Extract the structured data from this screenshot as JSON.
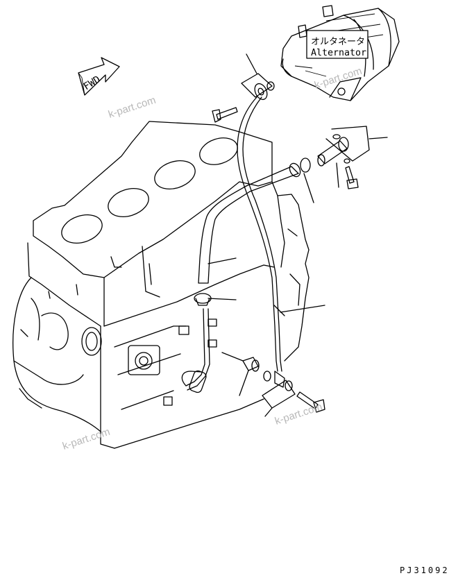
{
  "labels": {
    "alternator_jp": "オルタネータ",
    "alternator_en": "Alternator",
    "fwd": "FWD",
    "drawing_code": "PJ31092"
  },
  "watermarks": [
    "k-part.com",
    "k-part.com",
    "k-part.com",
    "k-part.com"
  ],
  "colors": {
    "line": "#000000",
    "background": "#ffffff",
    "watermark": "#b8b8b8"
  }
}
